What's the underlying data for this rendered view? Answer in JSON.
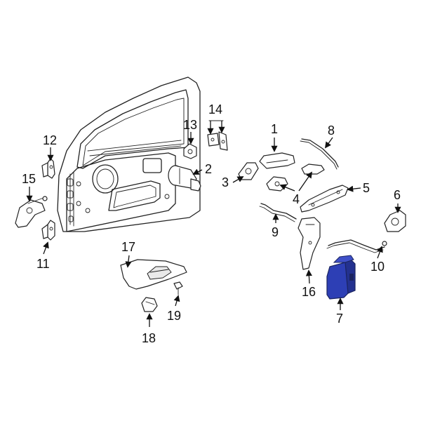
{
  "diagram": {
    "highlight_color": "#2d3fb5",
    "callouts": [
      {
        "id": "1",
        "label": "1"
      },
      {
        "id": "2",
        "label": "2"
      },
      {
        "id": "3",
        "label": "3"
      },
      {
        "id": "4",
        "label": "4"
      },
      {
        "id": "5",
        "label": "5"
      },
      {
        "id": "6",
        "label": "6"
      },
      {
        "id": "7",
        "label": "7"
      },
      {
        "id": "8",
        "label": "8"
      },
      {
        "id": "9",
        "label": "9"
      },
      {
        "id": "10",
        "label": "10"
      },
      {
        "id": "11",
        "label": "11"
      },
      {
        "id": "12",
        "label": "12"
      },
      {
        "id": "13",
        "label": "13"
      },
      {
        "id": "14",
        "label": "14"
      },
      {
        "id": "15",
        "label": "15"
      },
      {
        "id": "16",
        "label": "16"
      },
      {
        "id": "17",
        "label": "17"
      },
      {
        "id": "18",
        "label": "18"
      },
      {
        "id": "19",
        "label": "19"
      }
    ]
  }
}
